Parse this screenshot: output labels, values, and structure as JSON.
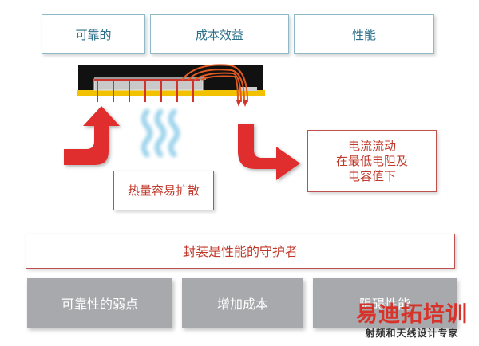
{
  "top_labels": {
    "reliability": "可靠的",
    "cost_benefit": "成本效益",
    "performance": "性能"
  },
  "heat_label": "热量容易扩散",
  "current_label": {
    "line1": "电流流动",
    "line2": "在最低电阻及",
    "line3": "电容值下"
  },
  "banner": "封装是性能的守护者",
  "bottom_labels": {
    "weak_reliability": "可靠性的弱点",
    "added_cost": "增加成本",
    "limited_performance": "阻碍性能"
  },
  "watermark": {
    "main": "易迪拓培训",
    "sub": "射频和天线设计专家"
  },
  "colors": {
    "accent_red": "#c0392b",
    "teal_text": "#2b6f88",
    "gray_box": "#a7a9ac",
    "chip_black": "#111111",
    "substrate_yellow": "#f2c200",
    "heat_blue": "#9fd4ec"
  }
}
